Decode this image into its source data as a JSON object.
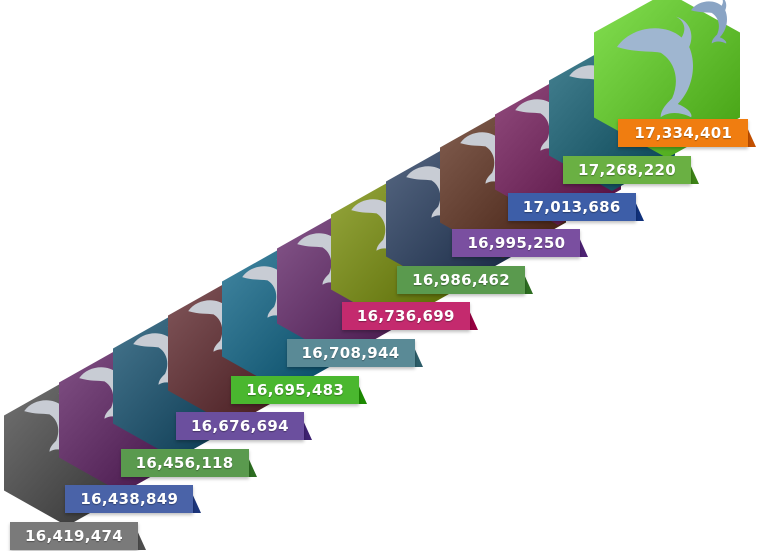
{
  "steps": [
    {
      "value": "16,419,474",
      "tile_color": "#4a4a4a",
      "ribbon_color": "#7a7a7a"
    },
    {
      "value": "16,438,849",
      "tile_color": "#5a2a5e",
      "ribbon_color": "#4a63a8"
    },
    {
      "value": "16,456,118",
      "tile_color": "#1f4e66",
      "ribbon_color": "#5a9a4e"
    },
    {
      "value": "16,676,694",
      "tile_color": "#5a2f33",
      "ribbon_color": "#6b4f9e"
    },
    {
      "value": "16,695,483",
      "tile_color": "#1b5f7a",
      "ribbon_color": "#4ab72f"
    },
    {
      "value": "16,708,944",
      "tile_color": "#5e2f63",
      "ribbon_color": "#5a8a96"
    },
    {
      "value": "16,736,699",
      "tile_color": "#6e7f15",
      "ribbon_color": "#c42a6e"
    },
    {
      "value": "16,986,462",
      "tile_color": "#2e3f5a",
      "ribbon_color": "#5a9a4e"
    },
    {
      "value": "16,995,250",
      "tile_color": "#5a3628",
      "ribbon_color": "#7a4fa0"
    },
    {
      "value": "17,013,686",
      "tile_color": "#6a2456",
      "ribbon_color": "#3d5ea8"
    },
    {
      "value": "17,268,220",
      "tile_color": "#1e5a6a",
      "ribbon_color": "#6ab043"
    },
    {
      "value": "17,334,401",
      "tile_color": "#5cb82a",
      "ribbon_color": "#f07d10"
    }
  ],
  "icon": "dolphin-icon"
}
